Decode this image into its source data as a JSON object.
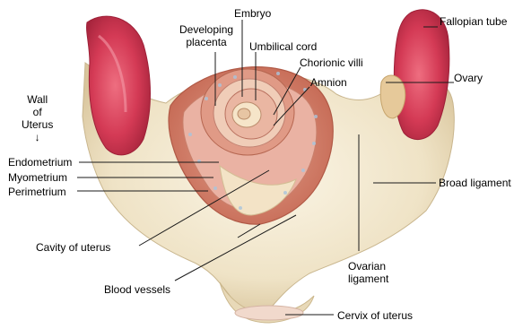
{
  "labels": {
    "embryo": "Embryo",
    "developing_placenta": [
      "Developing",
      "placenta"
    ],
    "umbilical_cord": "Umbilical cord",
    "chorionic_villi": "Chorionic villi",
    "amnion": "Amnion",
    "fallopian_tube": "Fallopian tube",
    "ovary": "Ovary",
    "wall_of_uterus": [
      "Wall",
      "of",
      "Uterus"
    ],
    "arrow_down": "↓",
    "endometrium": "Endometrium",
    "myometrium": "Myometrium",
    "perimetrium": "Perimetrium",
    "broad_ligament": "Broad ligament",
    "cavity_of_uterus": "Cavity of uterus",
    "ovarian_ligament": [
      "Ovarian",
      "ligament"
    ],
    "blood_vessels": "Blood vessels",
    "cervix_of_uterus": "Cervix of uterus"
  },
  "colors": {
    "background": "#ffffff",
    "model_body": "#f2ead3",
    "model_shadow": "#d8c8a4",
    "tube_red": "#d6415a",
    "uterine_wall": "#d9876e",
    "endometrium_pink": "#e7a89a",
    "embryo_cream": "#f4e6cc",
    "leader_line": "#1a1a1a"
  }
}
